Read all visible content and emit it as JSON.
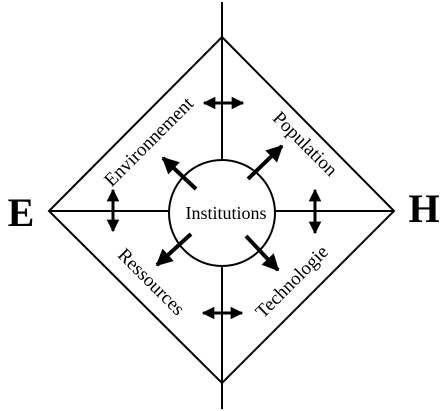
{
  "diagram": {
    "poles": {
      "left": "E",
      "right": "H"
    },
    "center": "Institutions",
    "quadrants": {
      "top_left": "Environnement",
      "top_right": "Population",
      "bottom_left": "Ressources",
      "bottom_right": "Technologie"
    }
  },
  "colors": {
    "stroke": "#000000",
    "background": "#ffffff"
  }
}
